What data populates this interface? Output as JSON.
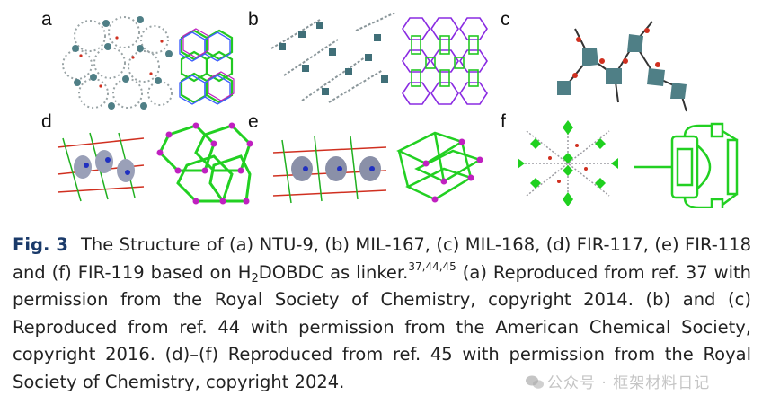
{
  "panels": [
    {
      "label": "a"
    },
    {
      "label": "b"
    },
    {
      "label": "c"
    },
    {
      "label": "d"
    },
    {
      "label": "e"
    },
    {
      "label": "f"
    }
  ],
  "caption": {
    "figno": "Fig. 3",
    "part1": "The Structure of (a) NTU-9, (b) MIL-167, (c) MIL-168, (d) FIR-117, (e) FIR-118 and (f) FIR-119 based on H",
    "sub": "2",
    "part2": "DOBDC as linker.",
    "sup": "37,44,45",
    "part3": " (a) Reproduced from ref. 37 with permission from the Royal Society of Chemistry, copyright 2014. (b) and (c) Reproduced from ref. 44 with permission from the American Chemical Society, copyright 2016. (d)–(f) Reproduced from ref. 45 with permission from the Royal Society of Chemistry, copyright 2024."
  },
  "watermark": {
    "text": "公众号 · 框架材料日记"
  },
  "colors": {
    "figno": "#1a3a6a",
    "node": "#4f7f86",
    "green": "#2ecc2e",
    "magenta": "#c020c0",
    "purple": "#8a2be2"
  }
}
